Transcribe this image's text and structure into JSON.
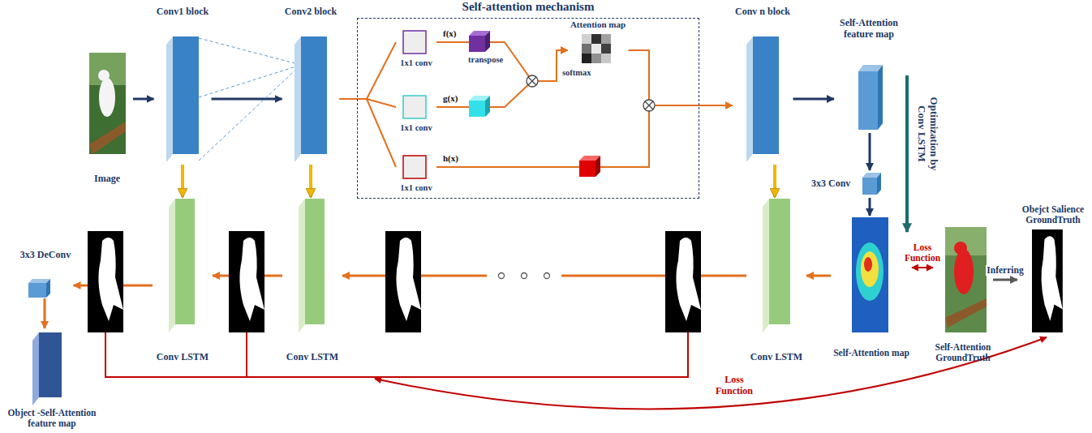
{
  "diagram": {
    "nodes": [
      {
        "text": [
          "Image"
        ]
      },
      {
        "text": [
          "Conv1 block"
        ]
      },
      {
        "text": [
          "Conv2 block"
        ]
      },
      {
        "text": [
          "Self-attention mechanism"
        ]
      },
      {
        "text": [
          "1x1 conv"
        ],
        "in": 3
      },
      {
        "text": [
          "1x1 conv"
        ],
        "in": 3
      },
      {
        "text": [
          "1x1 conv"
        ],
        "in": 3
      },
      {
        "text": [
          "Attention map"
        ],
        "in": 3
      },
      {
        "text": [
          "Conv n block"
        ]
      },
      {
        "text": [
          "Self-Attention feature map"
        ]
      },
      {
        "text": [
          "3x3 Conv"
        ]
      },
      {
        "text": [
          "Self-Attention map"
        ]
      },
      {
        "text": [
          "Self-Attention GroundTruth"
        ]
      },
      {
        "text": [
          "Obejct Salience GroundTruth"
        ]
      },
      {
        "text": [
          "Conv LSTM"
        ]
      },
      {
        "text": [
          "Conv LSTM"
        ]
      },
      {
        "text": [
          "Conv LSTM"
        ]
      },
      {
        "text": [
          "3x3 DeConv"
        ]
      },
      {
        "text": [
          "Object -Self-Attention feature map"
        ]
      }
    ],
    "edges": [
      {
        "from": 0,
        "to": 1,
        "arrow": "to"
      },
      {
        "from": 1,
        "to": 2,
        "arrow": "to"
      },
      {
        "from": 2,
        "to": 4,
        "arrow": "none"
      },
      {
        "from": 2,
        "to": 5,
        "arrow": "none"
      },
      {
        "from": 2,
        "to": 6,
        "arrow": "none"
      },
      {
        "from": 4,
        "to": 7,
        "arrow": "to"
      },
      {
        "from": 5,
        "to": 7,
        "arrow": "to"
      },
      {
        "from": 6,
        "to": 8,
        "arrow": "to"
      },
      {
        "from": 7,
        "to": 8,
        "arrow": "to"
      },
      {
        "from": 8,
        "to": 9,
        "arrow": "to"
      },
      {
        "from": 9,
        "to": 10,
        "arrow": "to"
      },
      {
        "from": 10,
        "to": 11,
        "arrow": "to"
      },
      {
        "from": 11,
        "to": 12,
        "label": "Loss Function",
        "arrow": "both"
      },
      {
        "from": 12,
        "to": 13,
        "label": "Inferring",
        "arrow": "to"
      },
      {
        "from": 1,
        "to": 16,
        "arrow": "to"
      },
      {
        "from": 2,
        "to": 15,
        "arrow": "to"
      },
      {
        "from": 8,
        "to": 14,
        "arrow": "to"
      },
      {
        "from": 11,
        "to": 14,
        "arrow": "to"
      },
      {
        "from": 14,
        "to": 15,
        "arrow": "to"
      },
      {
        "from": 15,
        "to": 16,
        "arrow": "to"
      },
      {
        "from": 16,
        "to": 17,
        "arrow": "to"
      },
      {
        "from": 17,
        "to": 18,
        "arrow": "to"
      }
    ],
    "labels": [
      "f(x)",
      "g(x)",
      "h(x)",
      "transpose",
      "softmax",
      "Optimization by Conv LSTM",
      "Loss Function"
    ]
  }
}
